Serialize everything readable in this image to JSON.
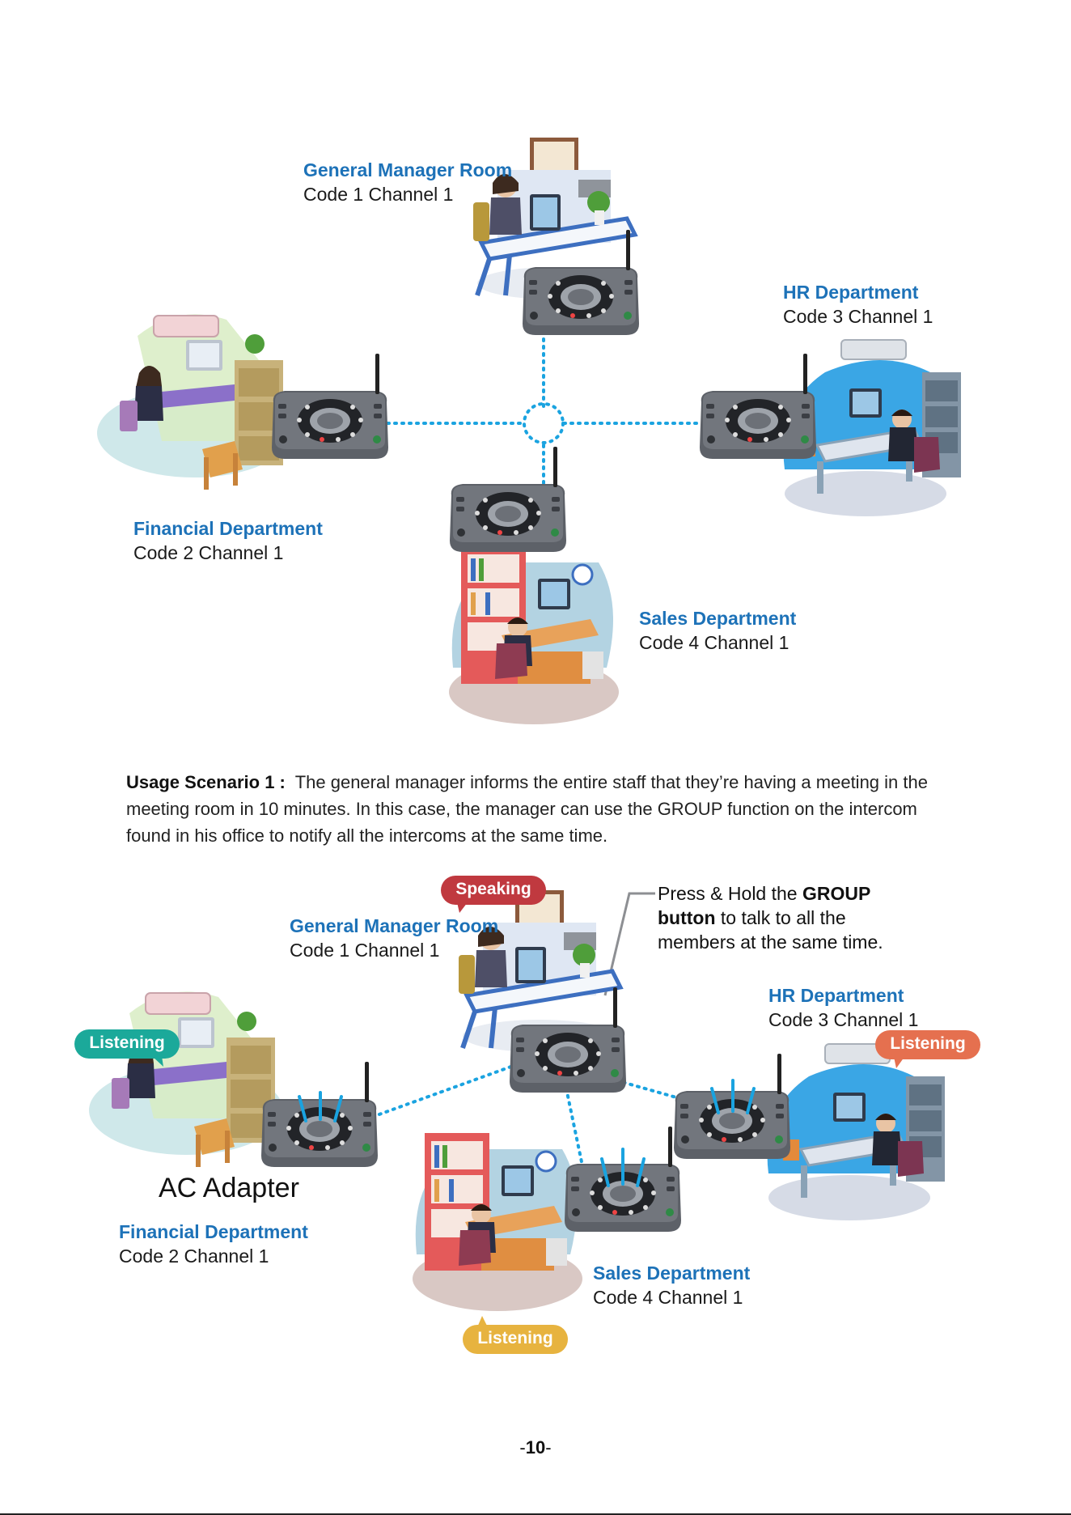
{
  "diagram1": {
    "general_manager": {
      "name": "General Manager Room",
      "code": "Code 1  Channel 1"
    },
    "hr": {
      "name": "HR Department",
      "code": "Code 3 Channel 1"
    },
    "financial": {
      "name": "Financial Department",
      "code": "Code 2 Channel 1"
    },
    "sales": {
      "name": "Sales Department",
      "code": "Code 4 Channel 1"
    }
  },
  "scenario": {
    "label": "Usage Scenario 1 :",
    "text": "The general manager informs the entire staff that they’re having a meeting in the meeting room in 10 minutes. In this case, the manager can use the GROUP function on the intercom found in his office to notify all the intercoms at the same time."
  },
  "diagram2": {
    "general_manager": {
      "name": "General Manager Room",
      "code": "Code 1  Channel 1",
      "status": "Speaking"
    },
    "hr": {
      "name": "HR Department",
      "code": "Code 3 Channel 1",
      "status": "Listening"
    },
    "financial": {
      "name": "Financial Department",
      "code": "Code 2 Channel 1",
      "status": "Listening"
    },
    "sales": {
      "name": "Sales Department",
      "code": "Code 4 Channel 1",
      "status": "Listening"
    },
    "callout": {
      "pre": "Press & Hold the ",
      "bold1": "GROUP",
      "bold2": "button",
      "post1": " to talk to all the",
      "line3": "members at the same time."
    },
    "ac_adapter": "AC Adapter"
  },
  "page_number": {
    "dash_left": "-",
    "number": "10",
    "dash_right": "-"
  },
  "colors": {
    "dept_blue": "#1d72b8",
    "link_blue": "#1aa3e0",
    "speaking_red": "#c0393f",
    "listening_teal": "#1ba99a",
    "listening_orange": "#e5704f",
    "listening_yellow": "#e7b33f"
  }
}
